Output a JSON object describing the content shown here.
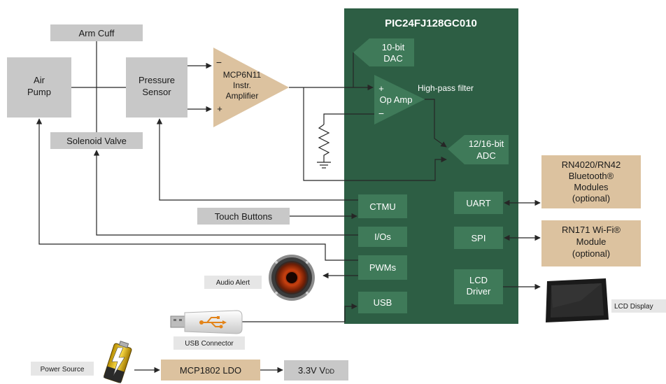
{
  "colors": {
    "mcu": "#2d5e44",
    "module": "#3f7a59",
    "gray": "#c8c8c8",
    "tan": "#dcc29f",
    "line": "#262626"
  },
  "mcu": {
    "title": "PIC24FJ128GC010",
    "dac": [
      "10-bit",
      "DAC"
    ],
    "opamp": "Op Amp",
    "opamp_plus": "+",
    "opamp_minus": "−",
    "hpf": "High-pass filter",
    "adc": [
      "12/16-bit",
      "ADC"
    ],
    "ctmu": "CTMU",
    "ios": "I/Os",
    "pwms": "PWMs",
    "usb": "USB",
    "uart": "UART",
    "spi": "SPI",
    "lcd_driver": [
      "LCD",
      "Driver"
    ]
  },
  "left": {
    "arm_cuff": "Arm Cuff",
    "air_pump": [
      "Air",
      "Pump"
    ],
    "pressure_sensor": [
      "Pressure",
      "Sensor"
    ],
    "solenoid": "Solenoid Valve",
    "amp": [
      "MCP6N11",
      "Instr.",
      "Amplifier"
    ],
    "amp_minus": "−",
    "amp_plus": "+",
    "touch": "Touch Buttons",
    "audio_alert": "Audio Alert",
    "usb_connector": "USB Connector"
  },
  "right": {
    "bluetooth": [
      "RN4020/RN42",
      "Bluetooth®",
      "Modules",
      "(optional)"
    ],
    "wifi": [
      "RN171 Wi-Fi®",
      "Module",
      "(optional)"
    ],
    "lcd_display": "LCD Display"
  },
  "power": {
    "source": "Power Source",
    "ldo": "MCP1802 LDO",
    "vdd": "3.3V V",
    "vdd_sub": "DD"
  },
  "icons": {
    "battery": "battery-icon",
    "speaker": "speaker-icon",
    "usb": "usb-stick-icon",
    "display": "lcd-display-icon",
    "ground": "ground-icon",
    "resistor": "resistor-icon"
  }
}
